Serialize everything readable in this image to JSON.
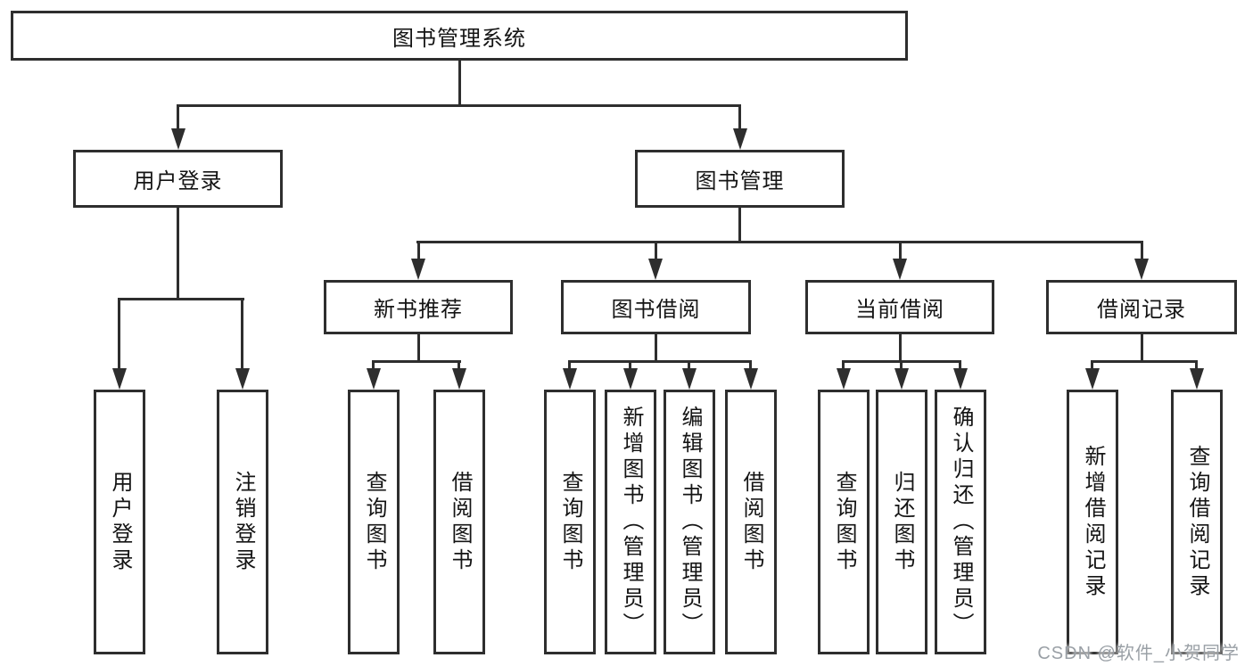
{
  "diagram": {
    "root": {
      "label": "图书管理系统",
      "children": [
        {
          "label": "用户登录",
          "children": [
            {
              "label": "用户登录"
            },
            {
              "label": "注销登录"
            }
          ]
        },
        {
          "label": "图书管理",
          "children": [
            {
              "label": "新书推荐",
              "children": [
                {
                  "label": "查询图书"
                },
                {
                  "label": "借阅图书"
                }
              ]
            },
            {
              "label": "图书借阅",
              "children": [
                {
                  "label": "查询图书"
                },
                {
                  "label": "新增图书（管理员）"
                },
                {
                  "label": "编辑图书（管理员）"
                },
                {
                  "label": "借阅图书"
                }
              ]
            },
            {
              "label": "当前借阅",
              "children": [
                {
                  "label": "查询图书"
                },
                {
                  "label": "归还图书"
                },
                {
                  "label": "确认归还（管理员）"
                }
              ]
            },
            {
              "label": "借阅记录",
              "children": [
                {
                  "label": "新增借阅记录"
                },
                {
                  "label": "查询借阅记录"
                }
              ]
            }
          ]
        }
      ]
    }
  },
  "watermark": {
    "text": "CSDN @软件_小贺同学"
  },
  "colors": {
    "line": "#2e2e2e",
    "text": "#141414",
    "watermark": "#9aa0a6",
    "background": "#ffffff"
  }
}
